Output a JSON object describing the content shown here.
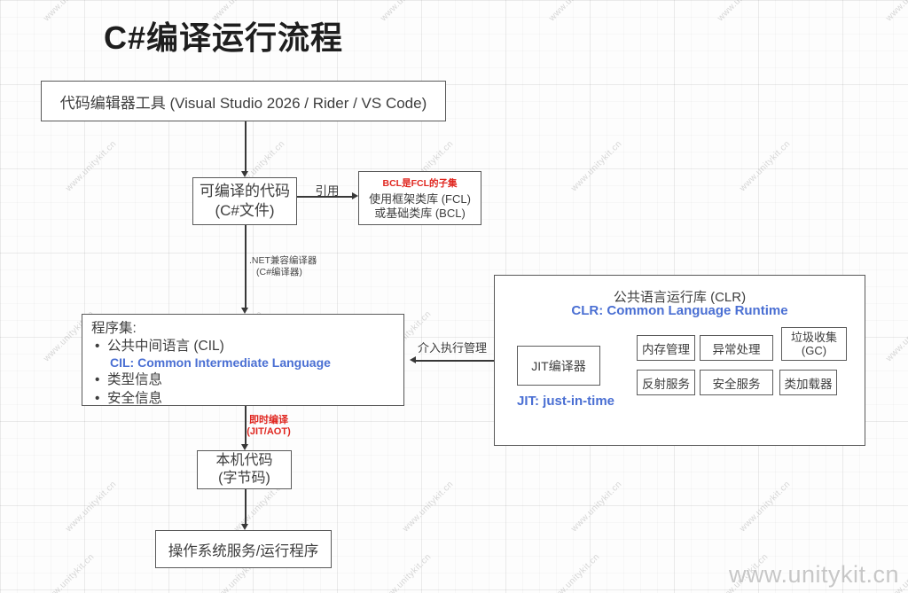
{
  "title": "C#编译运行流程",
  "watermark": {
    "text": "www.unitykit.cn"
  },
  "colors": {
    "accent_blue": "#4a6fd3",
    "accent_red": "#e0261f",
    "box_border": "#595959"
  },
  "flow": {
    "editor_box": {
      "label": "代码编辑器工具 (Visual Studio 2026 / Rider / VS Code)"
    },
    "compilable_box": {
      "line1": "可编译的代码",
      "line2": "(C#文件)"
    },
    "reference_edge": {
      "label": "引用"
    },
    "library_box": {
      "note": "BCL是FCL的子集",
      "line1": "使用框架类库 (FCL)",
      "line2": "或基础类库 (BCL)"
    },
    "compiler_edge": {
      "line1": ".NET兼容编译器",
      "line2": "(C#编译器)"
    },
    "assembly_box": {
      "title": "程序集:",
      "bullet1": "公共中间语言 (CIL)",
      "cil_full": "CIL: Common Intermediate Language",
      "bullet2": "类型信息",
      "bullet3": "安全信息"
    },
    "manage_edge": {
      "label": "介入执行管理"
    },
    "jit_edge": {
      "line1": "即时编译",
      "line2": "(JIT/AOT)"
    },
    "native_box": {
      "line1": "本机代码",
      "line2": "(字节码)"
    },
    "os_box": {
      "label": "操作系统服务/运行程序"
    }
  },
  "clr": {
    "title": "公共语言运行库 (CLR)",
    "subtitle": "CLR: Common Language Runtime",
    "jit_box": {
      "label": "JIT编译器"
    },
    "jit_full": "JIT: just-in-time",
    "services": [
      {
        "label": "内存管理"
      },
      {
        "label": "异常处理"
      },
      {
        "label": "垃圾收集",
        "label2": "(GC)"
      },
      {
        "label": "反射服务"
      },
      {
        "label": "安全服务"
      },
      {
        "label": "类加载器"
      }
    ]
  }
}
